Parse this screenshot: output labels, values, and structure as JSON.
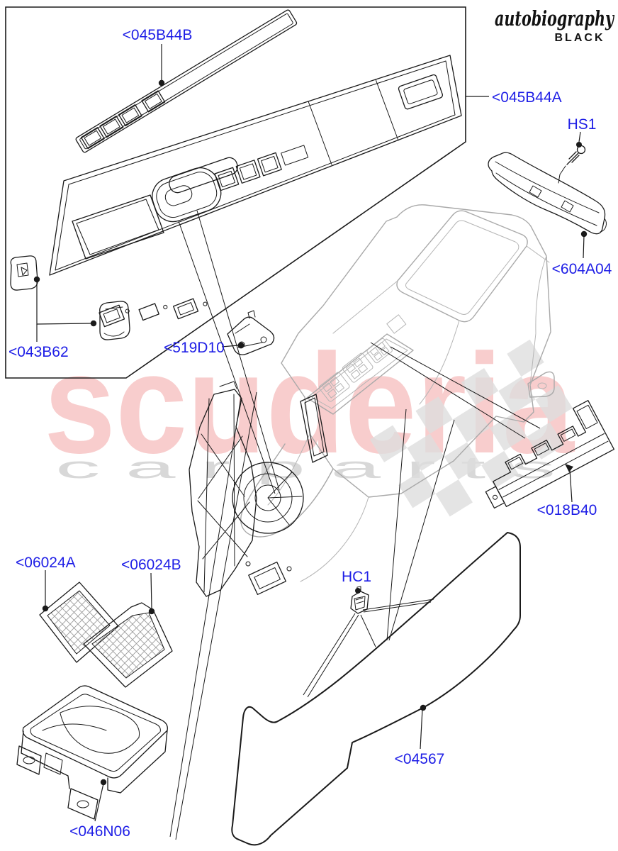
{
  "branding": {
    "script": "autobiography",
    "sub": "BLACK"
  },
  "watermark": {
    "primary": "scuderia",
    "secondary": "c a r   p a r t s"
  },
  "colors": {
    "label_blue": "#1e1ee6",
    "line_black": "#1a1a1a",
    "line_gray": "#a9a9a9",
    "watermark_pink": "#f8cdcd",
    "watermark_gray": "#d8d8d8",
    "checker_gray": "#dedede",
    "background": "#ffffff"
  },
  "labels": [
    {
      "id": "045B44B",
      "text": "<045B44B"
    },
    {
      "id": "045B44A",
      "text": "<045B44A"
    },
    {
      "id": "HS1",
      "text": "HS1"
    },
    {
      "id": "604A04",
      "text": "<604A04"
    },
    {
      "id": "043B62",
      "text": "<043B62"
    },
    {
      "id": "519D10",
      "text": "<519D10"
    },
    {
      "id": "018B40",
      "text": "<018B40"
    },
    {
      "id": "06024A",
      "text": "<06024A"
    },
    {
      "id": "06024B",
      "text": "<06024B"
    },
    {
      "id": "HC1",
      "text": "HC1"
    },
    {
      "id": "04567",
      "text": "<04567"
    },
    {
      "id": "046N06",
      "text": "<046N06"
    }
  ]
}
